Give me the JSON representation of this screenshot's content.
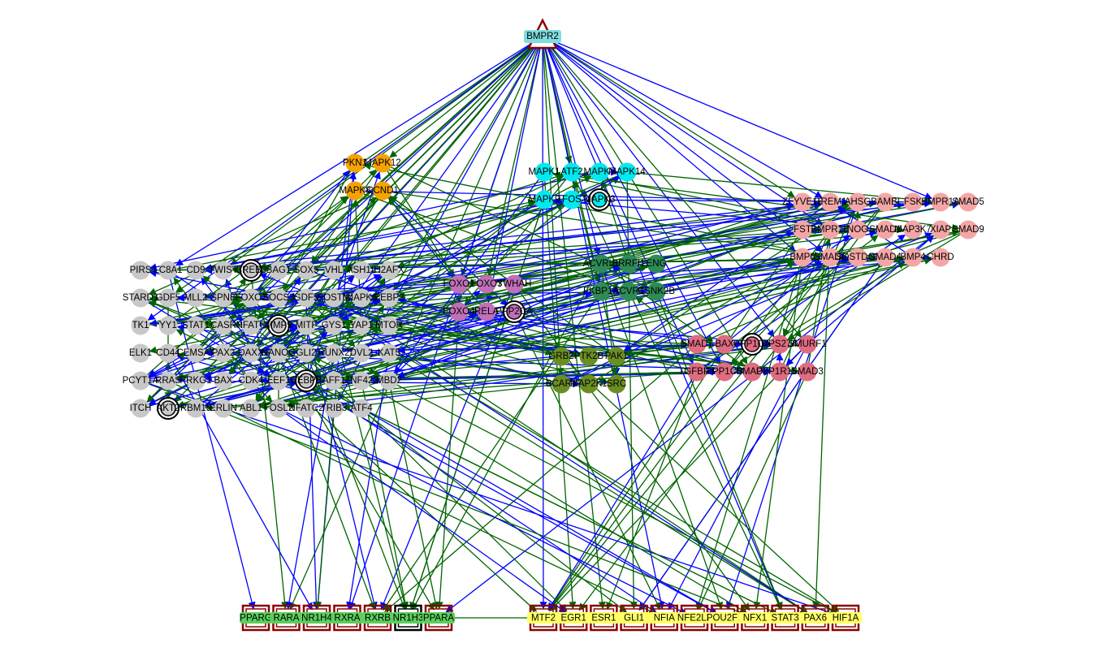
{
  "network": {
    "root": {
      "label": "BMPR2",
      "color": "#7fdde0"
    },
    "colors": {
      "edge_activation": "#006400",
      "edge_inhibition": "#0000ff",
      "orange": "#f5a300",
      "cyan": "#00eaf0",
      "pink_right": "#f4a6a6",
      "green_mid": "#2e8b57",
      "purple": "#c06fb8",
      "gray": "#c8c8c8",
      "rose": "#e06c82",
      "olive": "#6b8e23",
      "tf_green": "#5ccf5c",
      "tf_yellow": "#ffff66",
      "tf_border": "#8b0000"
    },
    "groups": {
      "orange": [
        "PKN1",
        "MAPK12",
        "MAPK8",
        "CCND1"
      ],
      "cyan_top": [
        "MAPK1",
        "ATF2",
        "MAPK7",
        "MAPK14"
      ],
      "cyan_bottom": [
        "MAPK9",
        "FOS",
        "MAPK3"
      ],
      "pink_right": [
        [
          "ZFYVE16",
          "GREM1",
          "AHSG",
          "BAMBI",
          "FSK",
          "BMPR1A",
          "SMAD5"
        ],
        [
          "FST",
          "BMPR1B",
          "NOG",
          "SMAD1",
          "MAP3K7",
          "XIAP",
          "SMAD9"
        ],
        [
          "BMP6",
          "SMAD6",
          "SOSTDC1",
          "SMAD4",
          "BMP4",
          "CHRD"
        ]
      ],
      "green_mid": [
        [
          "ACVRL1",
          "ERRFI1",
          "ENG"
        ],
        [
          "FKBP1A",
          "ACVR1",
          "CSNK2B"
        ]
      ],
      "purple": [
        [
          "FOXO1",
          "FOXO3",
          "YWHAH"
        ],
        [
          "FOXO4",
          "RELA",
          "PPP2CA"
        ]
      ],
      "rose": [
        [
          "SMAD7",
          "BAX",
          "PPP1CA",
          "RPS27A",
          "SMURF1"
        ],
        [
          "TGFBR1",
          "PPP1CB",
          "SMAD2",
          "PPP1R15A",
          "SMAD3"
        ]
      ],
      "olive": [
        [
          "GRB2",
          "PTK2B",
          "PAK1"
        ],
        [
          "BCAR1",
          "MAP2K1",
          "SRC"
        ]
      ],
      "gray": [
        [
          "PIRS",
          "LC8A1",
          "CD9",
          "TWIST",
          "CREB3",
          "BAG1",
          "SOX5",
          "VHL",
          "ASH1L",
          "H2AFX"
        ],
        [
          "STARD1",
          "GDF5",
          "MLL2",
          "SPNE",
          "FOXO2",
          "SOCS3",
          "GDF5",
          "SOSTM",
          "MAPK6",
          "EEBP2"
        ],
        [
          "TK1",
          "YY1",
          "STAT1",
          "CASR",
          "NFATC",
          "MMP9",
          "MITF",
          "GYS1",
          "YAP1",
          "MTOR"
        ],
        [
          "ELK1",
          "CD44",
          "CEMSAT",
          "PAX2",
          "DAXX",
          "NANOG",
          "GLI2",
          "RUNX2",
          "DVL2",
          "KAT5"
        ],
        [
          "PCYT1A",
          "RRAS",
          "PRKG1",
          "BAX",
          "CDK4",
          "EEF1",
          "CEBPB",
          "AFF1",
          "ZNF423",
          "MBD2"
        ],
        [
          "ITCH",
          "AKT2",
          "RBM15",
          "ERLIN",
          "ABL1",
          "FOSL2",
          "NFATC2",
          "TRIB3",
          "ATF4"
        ]
      ],
      "tf_green": [
        "PPARG",
        "RARA",
        "NR1H4",
        "RXRA",
        "RXRB",
        "NR1H3",
        "PPARA"
      ],
      "tf_yellow": [
        "MTF2",
        "EGR1",
        "ESR1",
        "GLI1",
        "NFIA",
        "NFE2L2",
        "POU2F1",
        "NFX1",
        "STAT3",
        "PAX6",
        "HIF1A"
      ]
    },
    "ringed_nodes": [
      "CREB3",
      "MMP9",
      "CEBPB",
      "AKT2",
      "PPP2CA",
      "MAPK3",
      "PPP1CA"
    ]
  }
}
